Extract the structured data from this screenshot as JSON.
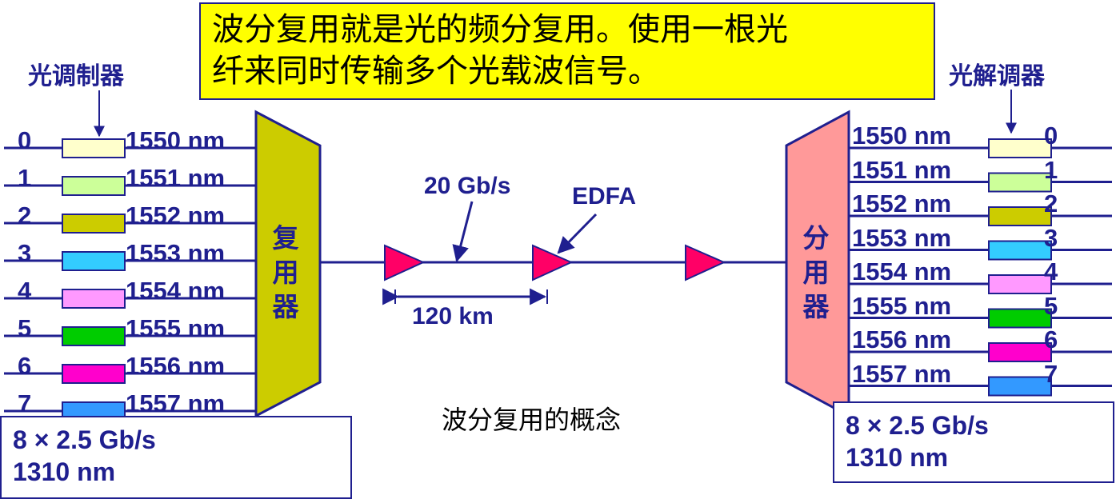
{
  "title": {
    "line1": "波分复用就是光的频分复用。使用一根光",
    "line2": "纤来同时传输多个光载波信号。"
  },
  "modulator_label": "光调制器",
  "demodulator_label": "光解调器",
  "multiplexer": {
    "label": "复用器",
    "color": "#cccc00"
  },
  "demultiplexer": {
    "label": "分用器",
    "color": "#ff9999"
  },
  "channels": [
    {
      "index": "0",
      "wavelength": "1550 nm",
      "color": "#ffffcc"
    },
    {
      "index": "1",
      "wavelength": "1551 nm",
      "color": "#ccff99"
    },
    {
      "index": "2",
      "wavelength": "1552 nm",
      "color": "#cccc00"
    },
    {
      "index": "3",
      "wavelength": "1553 nm",
      "color": "#33ccff"
    },
    {
      "index": "4",
      "wavelength": "1554 nm",
      "color": "#ff99ff"
    },
    {
      "index": "5",
      "wavelength": "1555 nm",
      "color": "#00cc00"
    },
    {
      "index": "6",
      "wavelength": "1556 nm",
      "color": "#ff00cc"
    },
    {
      "index": "7",
      "wavelength": "1557 nm",
      "color": "#3399ff"
    }
  ],
  "link": {
    "rate": "20 Gb/s",
    "amplifier": "EDFA",
    "span": "120 km",
    "amplifier_color": "#ff0066"
  },
  "caption": "波分复用的概念",
  "input_spec": {
    "rate": "8 × 2.5 Gb/s",
    "wavelength": "1310 nm"
  },
  "output_spec": {
    "rate": "8 × 2.5 Gb/s",
    "wavelength": "1310 nm"
  },
  "line_color": "#1f1f8f"
}
